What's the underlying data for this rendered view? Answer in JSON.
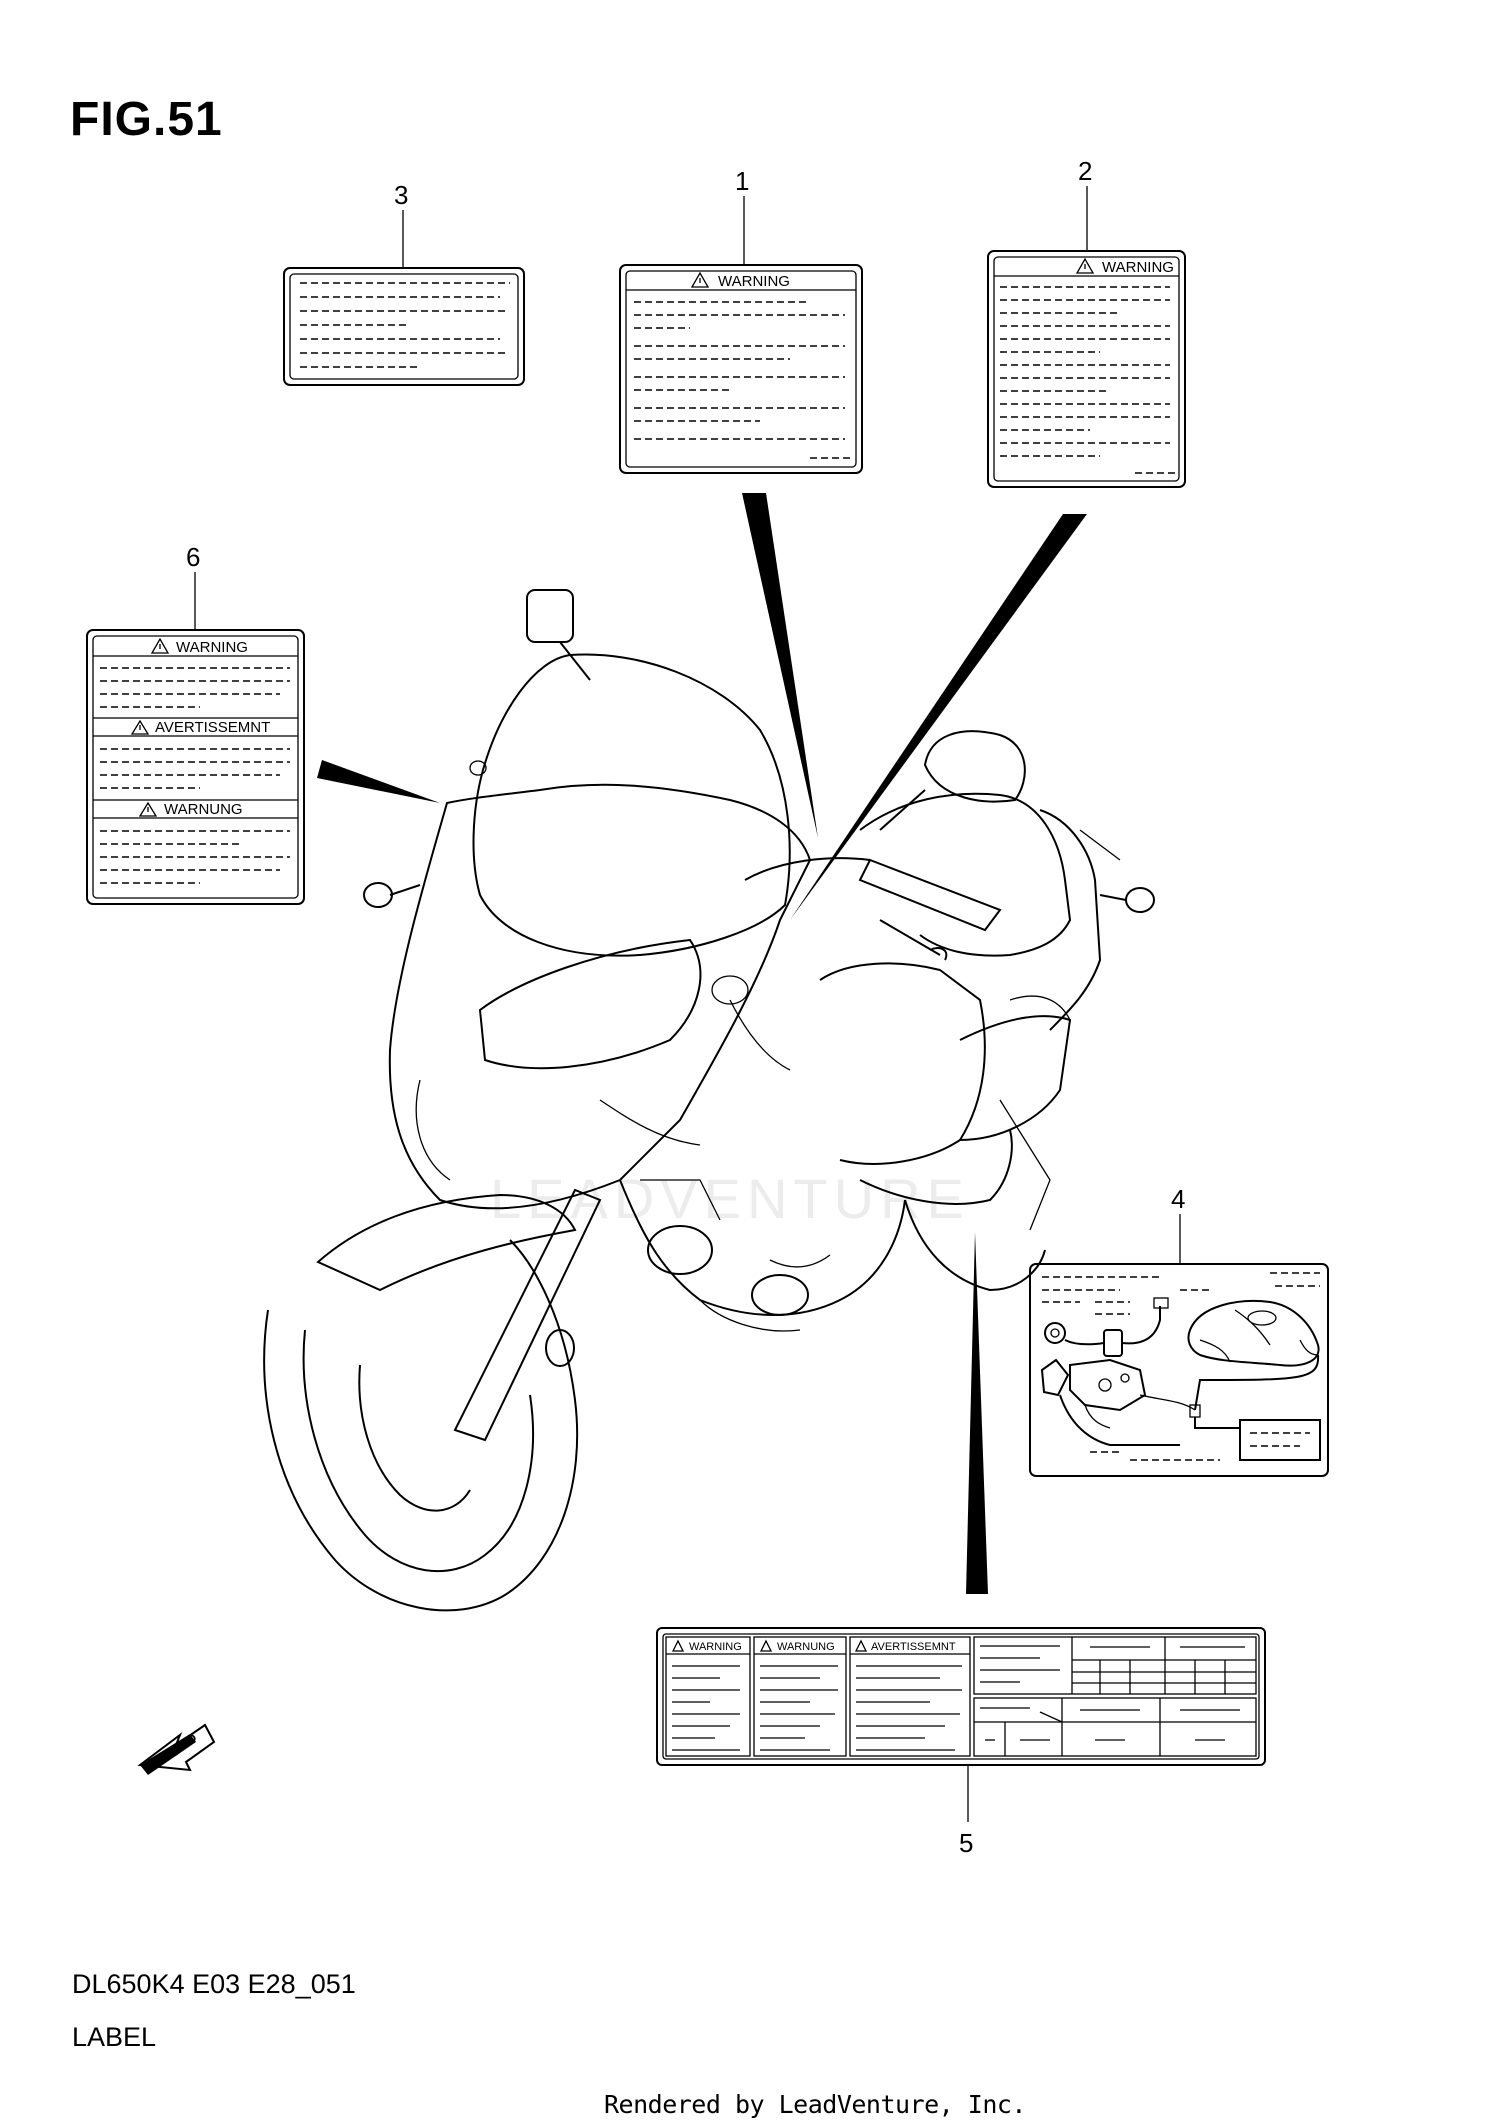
{
  "figure": {
    "title": "FIG.51",
    "model_code": "DL650K4 E03 E28_051",
    "caption": "LABEL",
    "render_note": "Rendered by LeadVenture, Inc.",
    "watermark": "LEADVENTURE"
  },
  "callouts": [
    {
      "number": "1",
      "label_heading": "WARNING"
    },
    {
      "number": "2",
      "label_heading": "WARNING"
    },
    {
      "number": "3",
      "label_heading": ""
    },
    {
      "number": "4",
      "label_heading": ""
    },
    {
      "number": "5",
      "label_headings": [
        "WARNING",
        "WARNUNG",
        "AVERTISSEMNT"
      ]
    },
    {
      "number": "6",
      "label_headings": [
        "WARNING",
        "AVERTISSEMNT",
        "WARNUNG"
      ]
    }
  ],
  "fwd_marker": "FWD"
}
